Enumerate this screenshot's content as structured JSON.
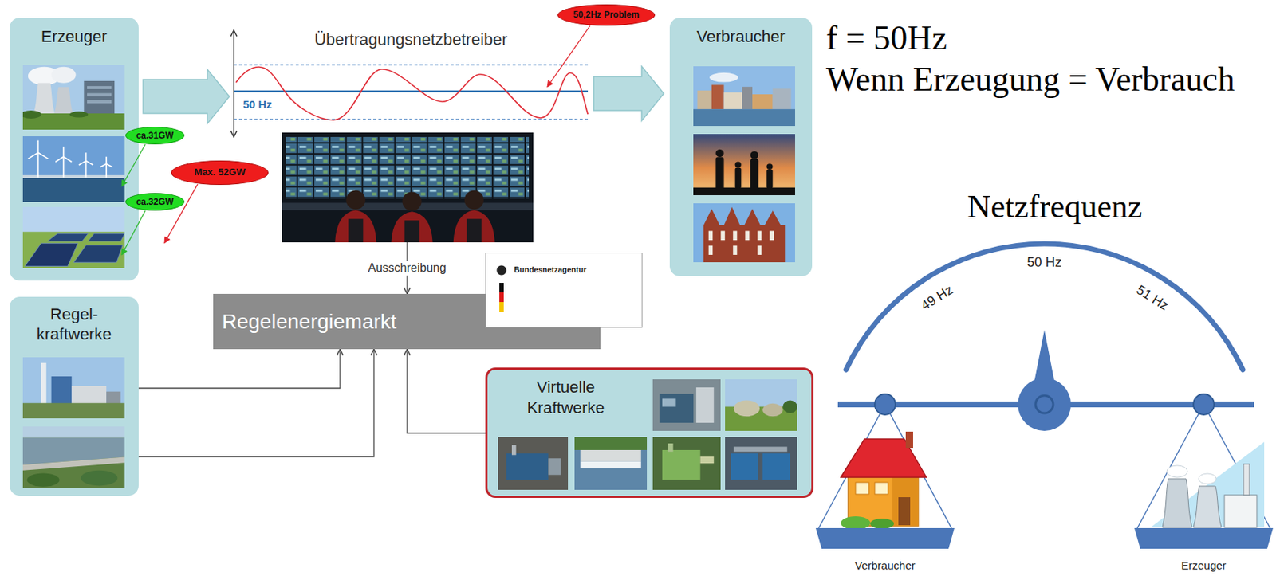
{
  "diagram": {
    "nodes": [
      {
        "text": [
          "Erzeuger"
        ]
      },
      {
        "text": [
          "Übertragungsnetzbetreiber"
        ]
      },
      {
        "text": [
          "50,2Hz Problem"
        ]
      },
      {
        "text": [
          "Verbraucher"
        ]
      },
      {
        "text": [
          "ca.31GW"
        ]
      },
      {
        "text": [
          "Max. 52GW"
        ]
      },
      {
        "text": [
          "ca.32GW"
        ]
      },
      {
        "text": [
          "Regel- kraftwerke"
        ]
      },
      {
        "text": [
          "Regelenergiemarkt"
        ]
      },
      {
        "text": [
          "Bundesnetzagentur"
        ]
      },
      {
        "text": [
          "Virtuelle Kraftwerke"
        ]
      }
    ],
    "edges": [
      {
        "from": 0,
        "to": 1,
        "arrow": "to"
      },
      {
        "from": 1,
        "to": 3,
        "arrow": "to"
      },
      {
        "from": 1,
        "to": 8,
        "label": "Ausschreibung",
        "arrow": "to"
      },
      {
        "from": 7,
        "to": 8,
        "arrow": "to"
      },
      {
        "from": 7,
        "to": 8,
        "arrow": "to"
      },
      {
        "from": 10,
        "to": 8,
        "arrow": "to"
      }
    ],
    "labels": [
      "50 Hz",
      "f = 50Hz",
      "Wenn Erzeugung = Verbrauch",
      "Netzfrequenz",
      "49 Hz",
      "50 Hz",
      "51 Hz",
      "Verbraucher",
      "Erzeuger"
    ]
  }
}
